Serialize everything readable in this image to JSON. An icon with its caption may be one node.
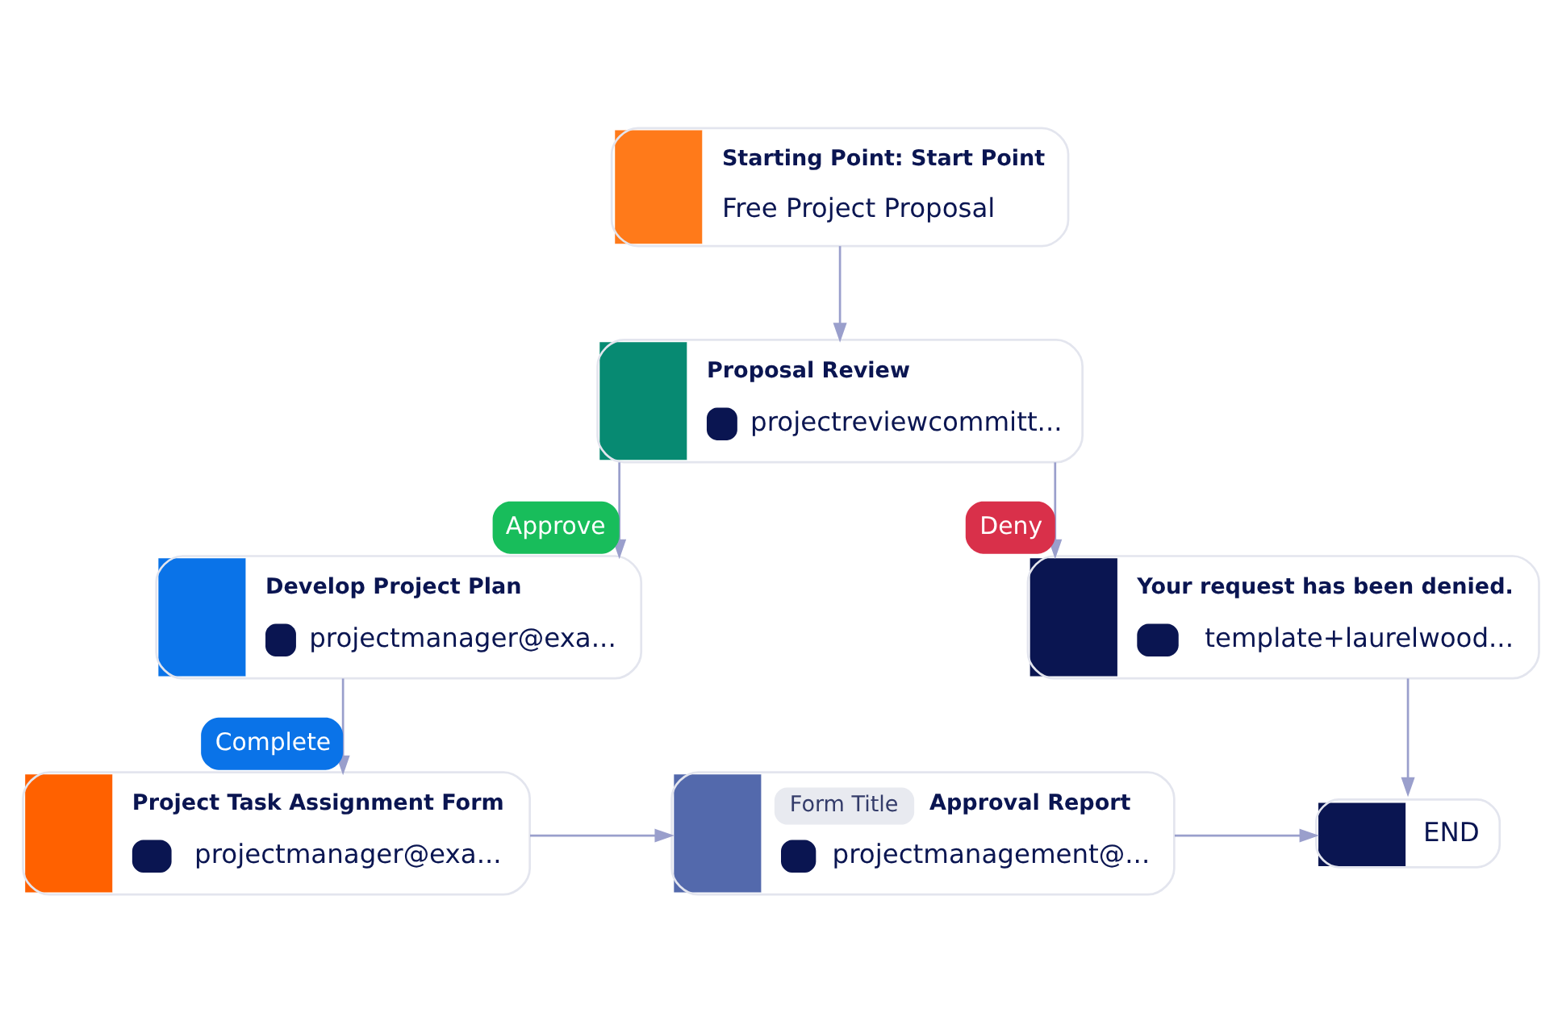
{
  "diagram": {
    "nodes": [
      {
        "text": [
          "Starting Point: Start Point",
          "Free Project Proposal"
        ]
      },
      {
        "text": [
          "Proposal Review",
          "projectreviewcommitt..."
        ]
      },
      {
        "text": [
          "Develop Project Plan",
          "projectmanager@exa..."
        ]
      },
      {
        "text": [
          "Your request has been denied.",
          "template+laurelwood..."
        ]
      },
      {
        "text": [
          "Project Task Assignment Form",
          "projectmanager@exa..."
        ]
      },
      {
        "text": [
          "Form Title",
          "Approval Report",
          "projectmanagement@..."
        ]
      },
      {
        "text": [
          "END"
        ]
      }
    ],
    "edges": [
      {
        "from": 0,
        "to": 1,
        "arrow": "to"
      },
      {
        "from": 1,
        "to": 2,
        "arrow": "to",
        "label": "Approve"
      },
      {
        "from": 1,
        "to": 3,
        "arrow": "to",
        "label": "Deny"
      },
      {
        "from": 2,
        "to": 4,
        "arrow": "to",
        "label": "Complete"
      },
      {
        "from": 4,
        "to": 5,
        "arrow": "to"
      },
      {
        "from": 5,
        "to": 6,
        "arrow": "to"
      },
      {
        "from": 3,
        "to": 6,
        "arrow": "to"
      }
    ]
  }
}
